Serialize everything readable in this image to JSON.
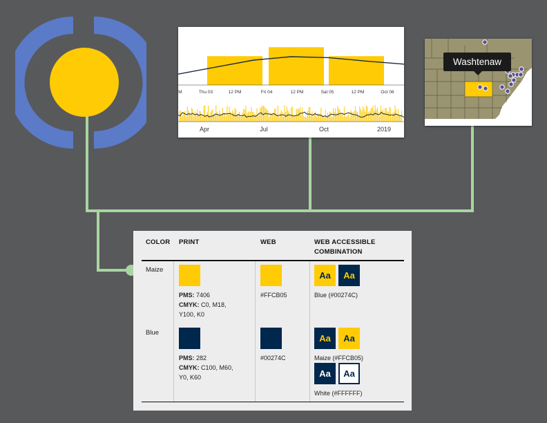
{
  "colors": {
    "background": "#58595b",
    "maize": "#FFCB05",
    "blue": "#00274C",
    "logo_ring": "#5b7bc8",
    "connector": "#a8d5a2",
    "map_land": "#9a9570",
    "map_dots": "#574f95"
  },
  "chart": {
    "upper_ticks": [
      "M",
      "Thu 03",
      "12 PM",
      "Fri 04",
      "12 PM",
      "Sat 05",
      "12 PM",
      "Oct 06"
    ],
    "lower_ticks": [
      "Apr",
      "Jul",
      "Oct",
      "2019"
    ],
    "chart_data": {
      "type": "bar",
      "bars": [
        {
          "from": "Thu 03",
          "to": "Fri 04",
          "value": 0.58
        },
        {
          "from": "Fri 04",
          "to": "Sat 05",
          "value": 0.76
        },
        {
          "from": "Sat 05",
          "to": "Oct 06",
          "value": 0.58
        }
      ],
      "line_trend": [
        0.22,
        0.36,
        0.5,
        0.57,
        0.55,
        0.48,
        0.42
      ],
      "overview": {
        "type": "area",
        "range": [
          "Apr",
          "2019"
        ]
      }
    }
  },
  "map": {
    "tooltip": "Washtenaw",
    "icon": "map-pin-dots"
  },
  "palette": {
    "headers": {
      "color": "COLOR",
      "print": "PRINT",
      "web": "WEB",
      "combo_line1": "WEB ACCESSIBLE",
      "combo_line2": "COMBINATION"
    },
    "rows": [
      {
        "name": "Maize",
        "pms_label": "PMS:",
        "pms_value": " 7406",
        "cmyk_label": "CMYK:",
        "cmyk_value": " C0, M18,",
        "cmyk_value2": "Y100, K0",
        "web": "#FFCB05",
        "swatch_text": "Aa",
        "combo_caption": "Blue (#00274C)"
      },
      {
        "name": "Blue",
        "pms_label": "PMS:",
        "pms_value": " 282",
        "cmyk_label": "CMYK:",
        "cmyk_value": " C100, M60,",
        "cmyk_value2": "Y0, K60",
        "web": "#00274C",
        "swatch_text": "Aa",
        "combo_caption": "Maize (#FFCB05)",
        "combo_caption2": "White (#FFFFFF)"
      }
    ]
  }
}
